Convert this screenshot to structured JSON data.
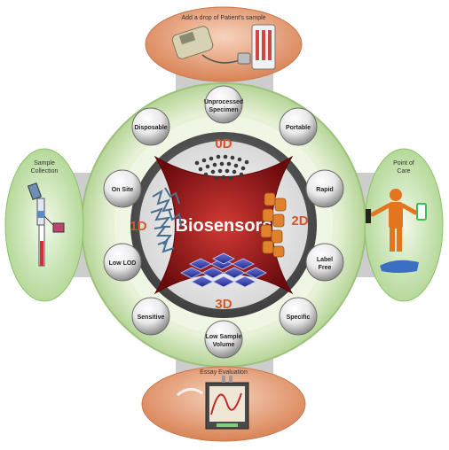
{
  "top_panel": {
    "caption": "Add a drop of Patient's sample"
  },
  "left_panel": {
    "caption_line1": "Sample",
    "caption_line2": "Collection"
  },
  "right_panel": {
    "caption_line1": "Point of",
    "caption_line2": "Care"
  },
  "bottom_panel": {
    "caption": "Essay Evaluation"
  },
  "center": {
    "title": "Biosensors",
    "dims": {
      "top": "0D",
      "left": "1D",
      "right": "2D",
      "bottom": "3D"
    }
  },
  "features": [
    {
      "line1": "Unprocessed",
      "line2": "Specimen"
    },
    {
      "line1": "Portable",
      "line2": ""
    },
    {
      "line1": "Rapid",
      "line2": ""
    },
    {
      "line1": "Label",
      "line2": "Free"
    },
    {
      "line1": "Specific",
      "line2": ""
    },
    {
      "line1": "Low Sample",
      "line2": "Volume"
    },
    {
      "line1": "Sensitive",
      "line2": ""
    },
    {
      "line1": "Low LOD",
      "line2": ""
    },
    {
      "line1": "On Site",
      "line2": ""
    },
    {
      "line1": "Disposable",
      "line2": ""
    }
  ],
  "colors": {
    "outer_ring": "#cfe2b8",
    "outer_ring_edge": "#8fb86a",
    "cross_bar": "#c8c8c8",
    "dark_disc": "#5c5c5c",
    "red_core": "#9e1418",
    "orange_panel": "#e8a27c",
    "green_panel": "#d7ecc4",
    "dim_label": "#d4562a"
  }
}
